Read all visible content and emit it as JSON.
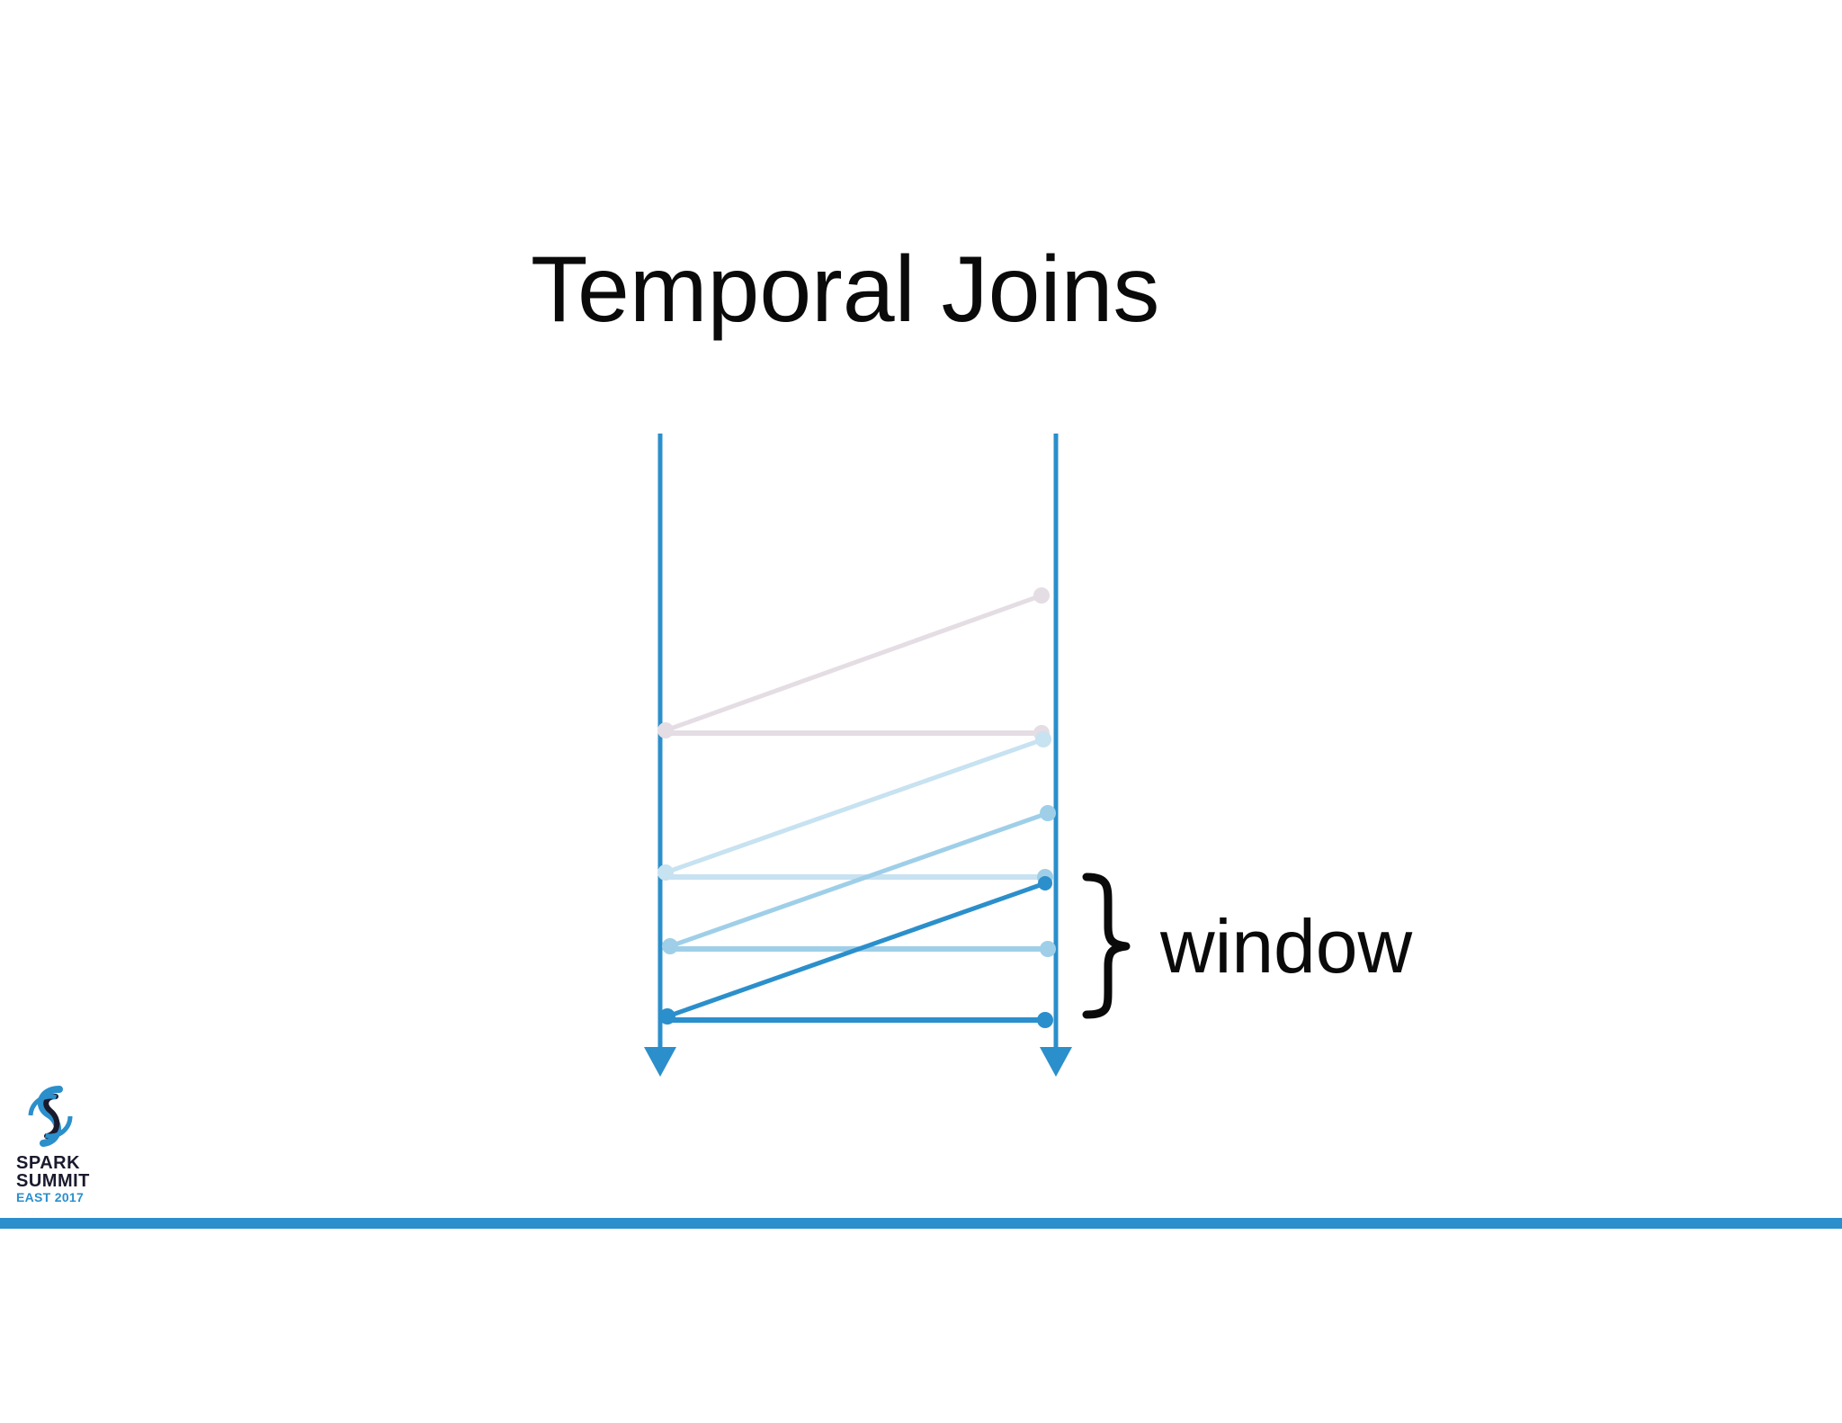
{
  "slide": {
    "title": "Temporal Joins",
    "window_label": "window"
  },
  "logo": {
    "line1": "SPARK",
    "line2": "SUMMIT",
    "line3": "EAST 2017"
  },
  "colors": {
    "accent": "#2b8fcb",
    "text": "#0a0a0a",
    "join_fade_1": "#e4dde3",
    "join_fade_2": "#c7e2f1",
    "join_fade_3": "#9fcfe8",
    "join_strong": "#2b8fcb"
  }
}
